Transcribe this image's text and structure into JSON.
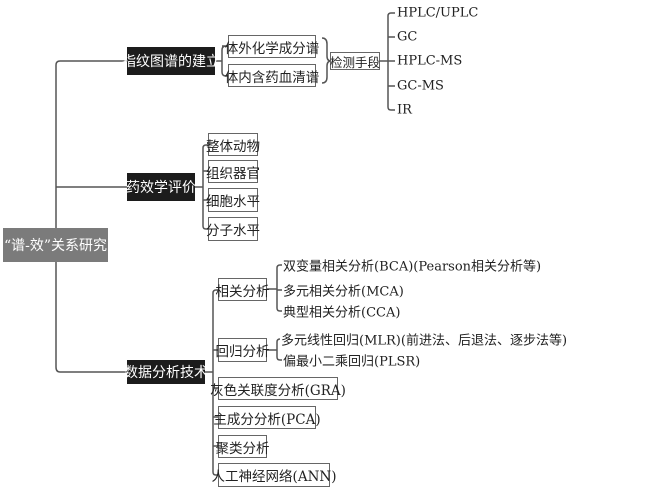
{
  "root": "“谱-效”关系研究",
  "branches": {
    "fingerprint": {
      "label": "指纹图谱的建立",
      "children": [
        "体外化学成分谱",
        "体内含药血清谱"
      ],
      "method": "检测手段",
      "techniques": [
        "HPLC/UPLC",
        "GC",
        "HPLC-MS",
        "GC-MS",
        "IR"
      ]
    },
    "pharmacodynamics": {
      "label": "药效学评价",
      "children": [
        "整体动物",
        "组织器官",
        "细胞水平",
        "分子水平"
      ]
    },
    "data_analysis": {
      "label": "数据分析技术",
      "correlation": {
        "label": "相关分析",
        "items": [
          "双变量相关分析(BCA)(Pearson相关分析等)",
          "多元相关分析(MCA)",
          "典型相关分析(CCA)"
        ]
      },
      "regression": {
        "label": "回归分析",
        "items": [
          "多元线性回归(MLR)(前进法、后退法、逐步法等)",
          "偏最小二乘回归(PLSR)"
        ]
      },
      "others": [
        "灰色关联度分析(GRA)",
        "主成分分析(PCA)",
        "聚类分析",
        "人工神经网络(ANN)"
      ]
    }
  }
}
